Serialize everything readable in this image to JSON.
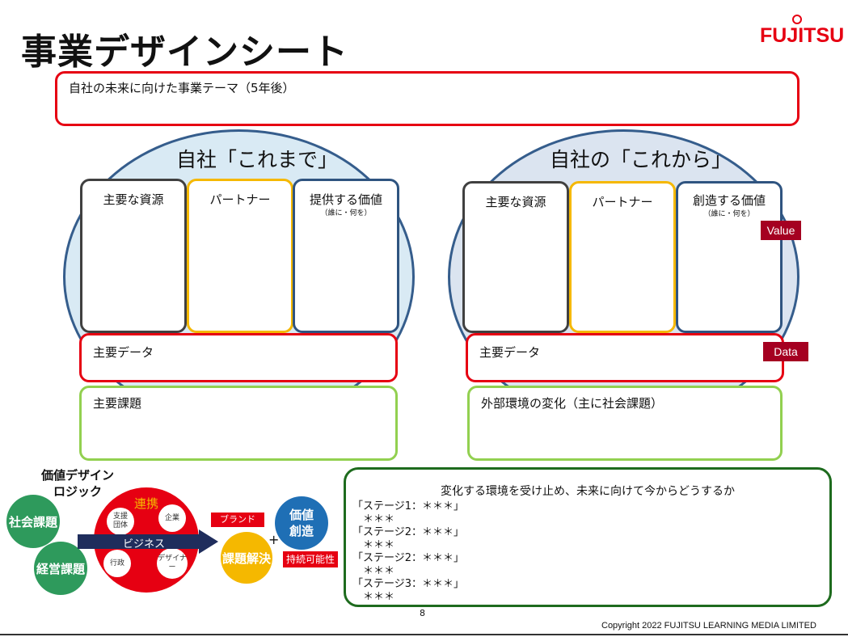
{
  "header": {
    "title": "事業デザインシート",
    "logo": "FUJITSU"
  },
  "theme_box": {
    "label": "自社の未来に向けた事業テーマ（5年後）"
  },
  "left": {
    "circle_title": "自社「これまで」",
    "resources": "主要な資源",
    "partner": "パートナー",
    "value": "提供する価値",
    "value_sub": "（誰に・何を）",
    "data": "主要データ",
    "issues": "主要課題"
  },
  "right": {
    "circle_title": "自社の「これから」",
    "resources": "主要な資源",
    "partner": "パートナー",
    "value": "創造する価値",
    "value_sub": "（誰に・何を）",
    "data": "主要データ",
    "env": "外部環境の変化（主に社会課題）",
    "tag_value": "Value",
    "tag_data": "Data"
  },
  "logic": {
    "title_line1": "価値デザイン",
    "title_line2": "ロジック",
    "social": "社会課題",
    "management": "経営課題",
    "renkei": "連携",
    "support": "支援\n団体",
    "company": "企業",
    "gov": "行政",
    "designer": "デザイナー",
    "business": "ビジネス",
    "brand": "ブランド",
    "solve": "課題解決",
    "plus": "+",
    "value_create_1": "価値",
    "value_create_2": "創造",
    "sustain": "持続可能性"
  },
  "stages": {
    "heading": "変化する環境を受け止め、未来に向けて今からどうするか",
    "lines": [
      "「ステージ1：＊＊＊」",
      "　＊＊＊",
      "「ステージ2：＊＊＊」",
      "　＊＊＊",
      "「ステージ2：＊＊＊」",
      "　＊＊＊",
      "「ステージ3：＊＊＊」",
      "　＊＊＊"
    ]
  },
  "footer": {
    "page": "8",
    "copyright": "Copyright 2022 FUJITSU LEARNING MEDIA LIMITED"
  },
  "colors": {
    "red": "#e60012",
    "green_circle": "#2e9a5c",
    "blue_circle": "#1f6fb5",
    "solve": "#f5b800",
    "tag": "#a50021",
    "arrow": "#1f2d5c"
  }
}
